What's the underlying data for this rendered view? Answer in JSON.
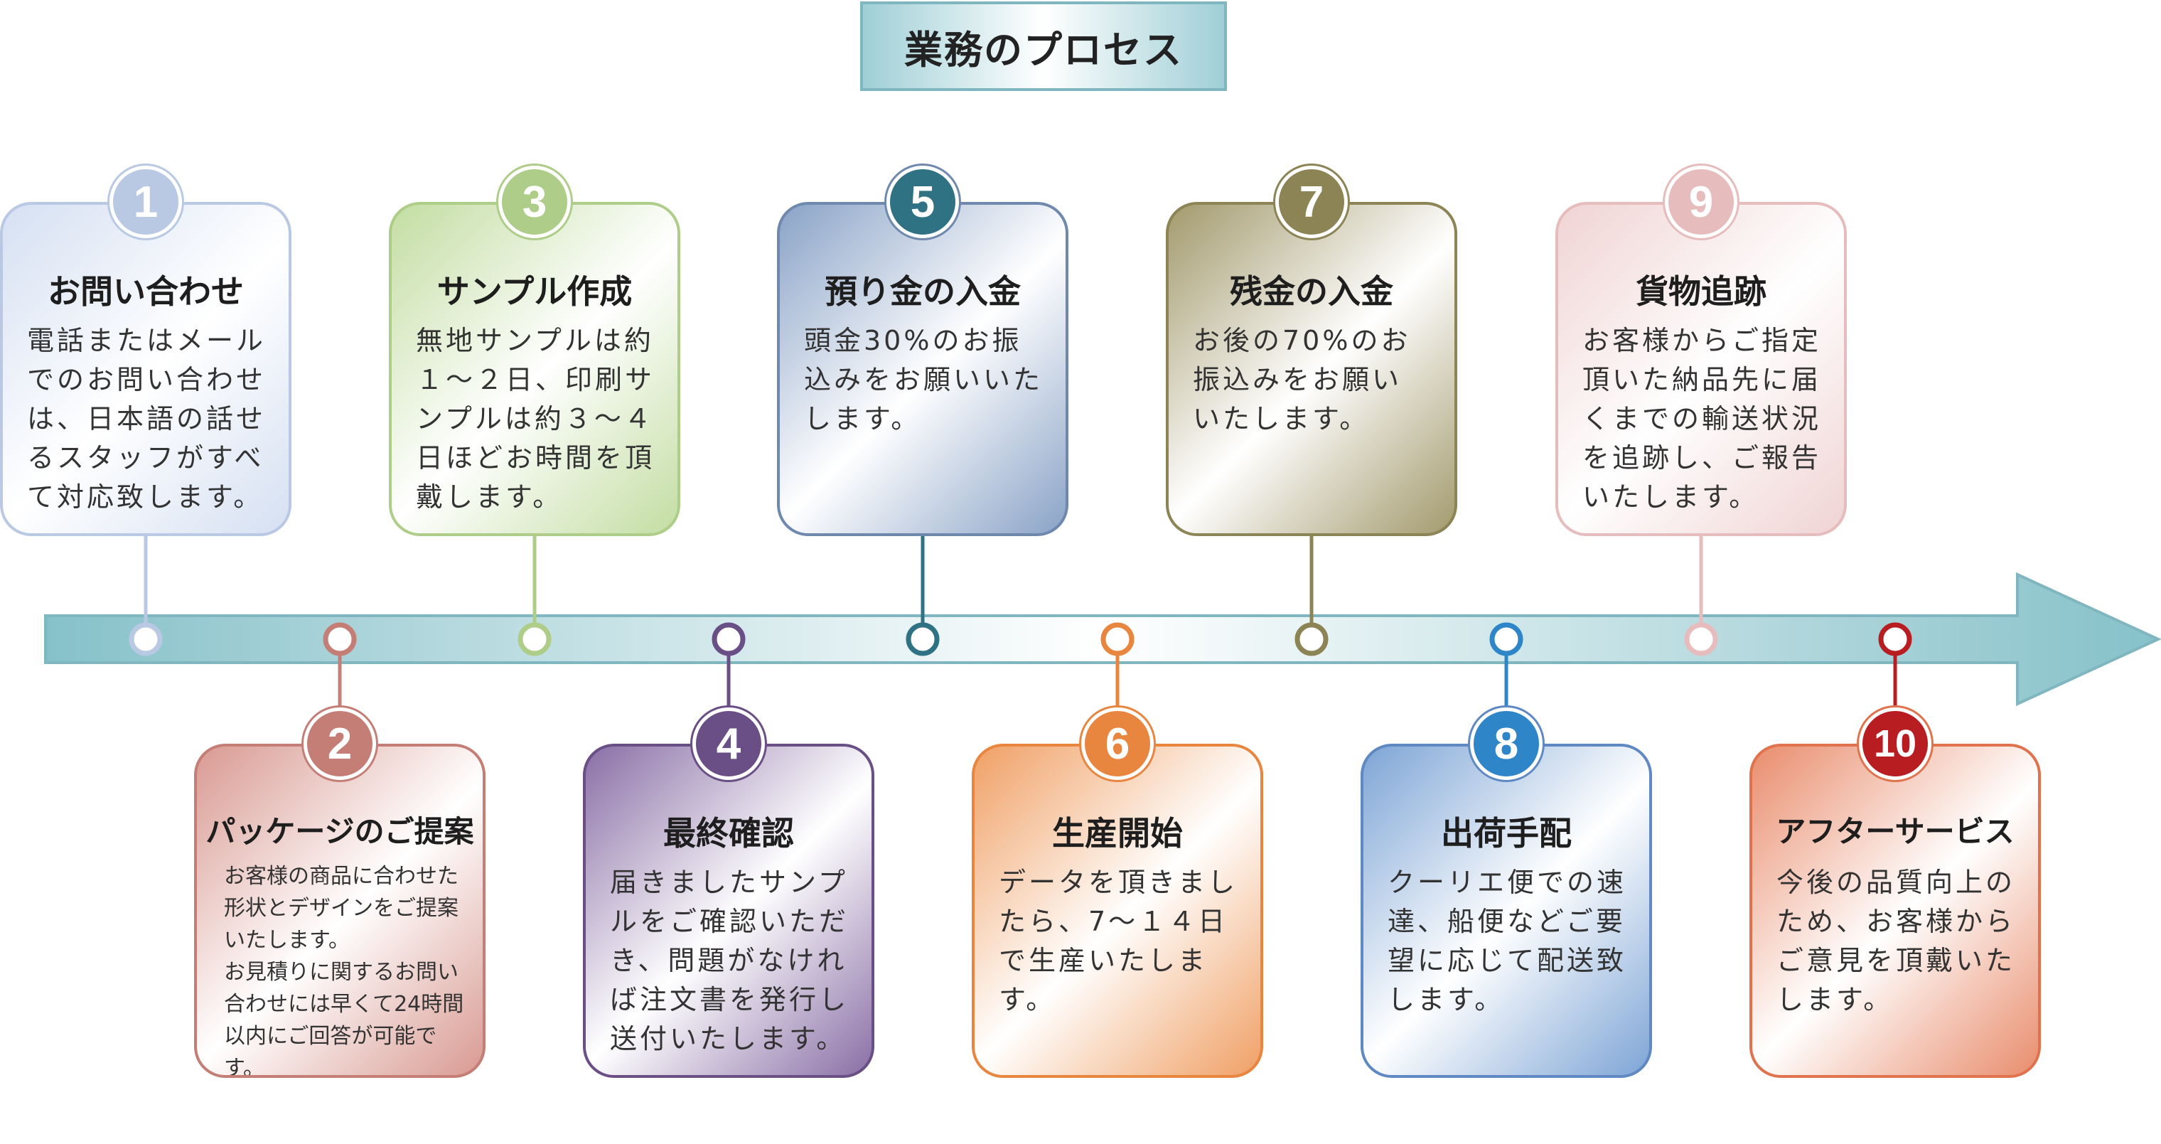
{
  "title": "業務のプロセス",
  "steps": [
    {
      "number": "1",
      "title": "お問い合わせ",
      "body": "電話またはメール\nでのお問い合わせ\nは、日本語の話せ\nるスタッフがすべ\nて対応致します。",
      "color": "#b9c9e4",
      "fill": "#d5e0f2",
      "badgeText": "#ffffff",
      "row": "top"
    },
    {
      "number": "2",
      "title": "パッケージのご提案",
      "body": "お客様の商品に合わせた\n形状とデザインをご提案\nいたします。\nお見積りに関するお問い\n合わせには早くて24時間\n以内にご回答が可能です。",
      "color": "#c47e76",
      "fill": "#d99a92",
      "badgeText": "#ffffff",
      "row": "bottom"
    },
    {
      "number": "3",
      "title": "サンプル作成",
      "body": "無地サンプルは約\n１～２日、印刷サ\nンプルは約３～４\n日ほどお時間を頂\n戴します。",
      "color": "#aecd88",
      "fill": "#c3dda2",
      "badgeText": "#ffffff",
      "row": "top"
    },
    {
      "number": "4",
      "title": "最終確認",
      "body": "届きましたサンプ\nルをご確認いただ\nき、問題がなけれ\nば注文書を発行し\n送付いたします。",
      "color": "#6a4f87",
      "fill": "#8a6fa6",
      "badgeText": "#ffffff",
      "row": "bottom"
    },
    {
      "number": "5",
      "title": "預り金の入金",
      "body": "頭金30%のお振\n込みをお願いいた\nします。",
      "color": "#6f89ae",
      "fill": "#8aa3c7",
      "badgeText": "#ffffff",
      "badgeFill": "#2e7284",
      "row": "top"
    },
    {
      "number": "6",
      "title": "生産開始",
      "body": "データを頂きまし\nたら、7～１４日\nで生産いたします。",
      "color": "#e8863f",
      "fill": "#f0a065",
      "badgeText": "#ffffff",
      "row": "bottom"
    },
    {
      "number": "7",
      "title": "残金の入金",
      "body": "お後の70%のお\n振込みをお願い\nいたします。",
      "color": "#8d8456",
      "fill": "#a39a6d",
      "badgeText": "#ffffff",
      "row": "top"
    },
    {
      "number": "8",
      "title": "出荷手配",
      "body": "クーリエ便での速\n達、船便などご要\n望に応じて配送致\nします。",
      "color": "#5e89c2",
      "fill": "#7ea5d6",
      "badgeText": "#ffffff",
      "badgeFill": "#2e86c8",
      "row": "bottom"
    },
    {
      "number": "9",
      "title": "貨物追跡",
      "body": "お客様からご指定\n頂いた納品先に届\nくまでの輸送状況\nを追跡し、ご報告\nいたします。",
      "color": "#e6bcbc",
      "fill": "#f0d3d3",
      "badgeText": "#ffffff",
      "row": "top"
    },
    {
      "number": "10",
      "title": "アフターサービス",
      "body": "今後の品質向上の\nため、お客様から\nご意見を頂戴いた\nします。",
      "color": "#e0734e",
      "fill": "#e98d6d",
      "badgeText": "#ffffff",
      "badgeFill": "#b81d22",
      "row": "bottom"
    }
  ],
  "colors": {
    "timeline": "#86c1c9",
    "timelineMid": "#ffffff"
  }
}
